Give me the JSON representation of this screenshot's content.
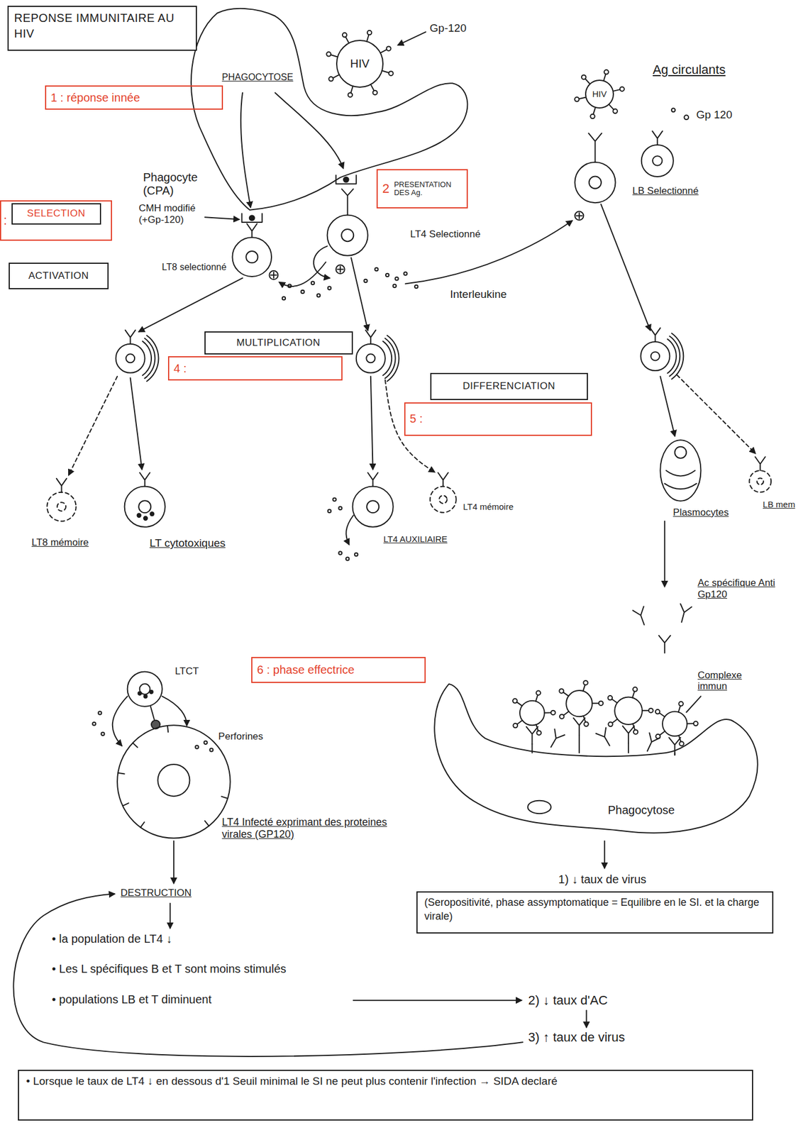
{
  "diagram": {
    "title": "REPONSE IMMUNITAIRE AU HIV",
    "nodes": [
      {
        "text": [
          "HIV"
        ]
      },
      {
        "text": [
          "1 : réponse innée"
        ]
      },
      {
        "text": [
          "HIV"
        ]
      },
      {
        "text": [
          ":"
        ]
      },
      {
        "text": [
          "SELECTION"
        ],
        "in": 3
      },
      {
        "text": [
          "2",
          "PRESENTATION DES Ag."
        ]
      },
      {
        "text": [
          "ACTIVATION"
        ]
      },
      {
        "text": [
          "MULTIPLICATION"
        ]
      },
      {
        "text": [
          "4 :"
        ]
      },
      {
        "text": [
          "DIFFERENCIATION"
        ]
      },
      {
        "text": [
          "5 :"
        ]
      },
      {
        "text": [
          "6 : phase effectrice"
        ]
      },
      {
        "text": [
          "1) ↓ taux de virus",
          "(Seropositivité, phase assymptomatique = Equilibre en le SI. et la charge virale)"
        ]
      },
      {
        "text": [
          "• Lorsque le taux de LT4 ↓ en dessous d'1 Seuil minimal le SI ne peut plus contenir l'infection → SIDA declaré"
        ]
      }
    ],
    "labels": [
      "Gp-120",
      "PHAGOCYTOSE",
      "Phagocyte (CPA)",
      "CMH modifié (+Gp-120)",
      "LT8 selectionné",
      "LT4 Selectionné",
      "Interleukine",
      "Ag circulants",
      "Gp 120",
      "LB Selectionné",
      "LT8 mémoire",
      "LT cytotoxiques",
      "LT4 mémoire",
      "LT4 AUXILIAIRE",
      "Plasmocytes",
      "LB mem",
      "Ac spécifique Anti Gp120",
      "LTCT",
      "Perforines",
      "LT4 Infecté exprimant des proteines virales (GP120)",
      "DESTRUCTION",
      "• la population de LT4 ↓",
      "• Les L spécifiques B et T sont moins stimulés",
      "• populations LB et T diminuent",
      "2) ↓ taux d'AC",
      "3) ↑ taux de virus",
      "Complexe immun",
      "Phagocytose"
    ]
  }
}
